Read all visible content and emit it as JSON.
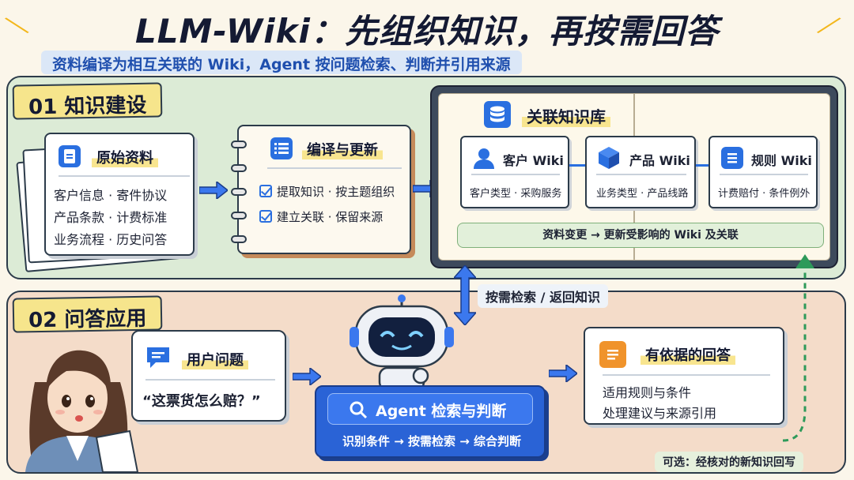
{
  "title": "LLM-Wiki：先组织知识，再按需回答",
  "subtitle": "资料编译为相互关联的 Wiki，Agent 按问题检索、判断并引用来源",
  "section1": {
    "label": "01  知识建设",
    "source": {
      "title": "原始资料",
      "lines": [
        "客户信息 · 寄件协议",
        "产品条款 · 计费标准",
        "业务流程 · 历史问答"
      ],
      "icon": "document-icon"
    },
    "compile": {
      "title": "编译与更新",
      "items": [
        "提取知识 · 按主题组织",
        "建立关联 · 保留来源"
      ],
      "icon": "list-icon"
    },
    "kb": {
      "title": "关联知识库",
      "icon": "database-icon",
      "wikis": [
        {
          "title": "客户 Wiki",
          "desc": "客户类型 · 采购服务",
          "icon": "user-icon"
        },
        {
          "title": "产品 Wiki",
          "desc": "业务类型 · 产品线路",
          "icon": "cube-icon"
        },
        {
          "title": "规则 Wiki",
          "desc": "计费赔付 · 条件例外",
          "icon": "rules-icon"
        }
      ],
      "update_note": "资料变更 → 更新受影响的 Wiki 及关联"
    },
    "link_label": "按需检索 / 返回知识"
  },
  "section2": {
    "label": "02  问答应用",
    "question": {
      "title": "用户问题",
      "text": "“这票货怎么赔？”",
      "icon": "chat-icon"
    },
    "agent": {
      "title": "Agent 检索与判断",
      "steps": "识别条件 → 按需检索 → 综合判断",
      "icon": "search-icon"
    },
    "answer": {
      "title": "有依据的回答",
      "lines": [
        "适用规则与条件",
        "处理建议与来源引用"
      ],
      "icon": "answer-icon"
    },
    "writeback": "可选：经核对的新知识回写"
  },
  "colors": {
    "accent_blue": "#2a6fe0",
    "panel_green": "#dcebd6",
    "panel_peach": "#f4dcc9",
    "highlight_yellow": "#f6e58c",
    "answer_orange": "#f0932b",
    "writeback_green": "#2e9a5a"
  }
}
